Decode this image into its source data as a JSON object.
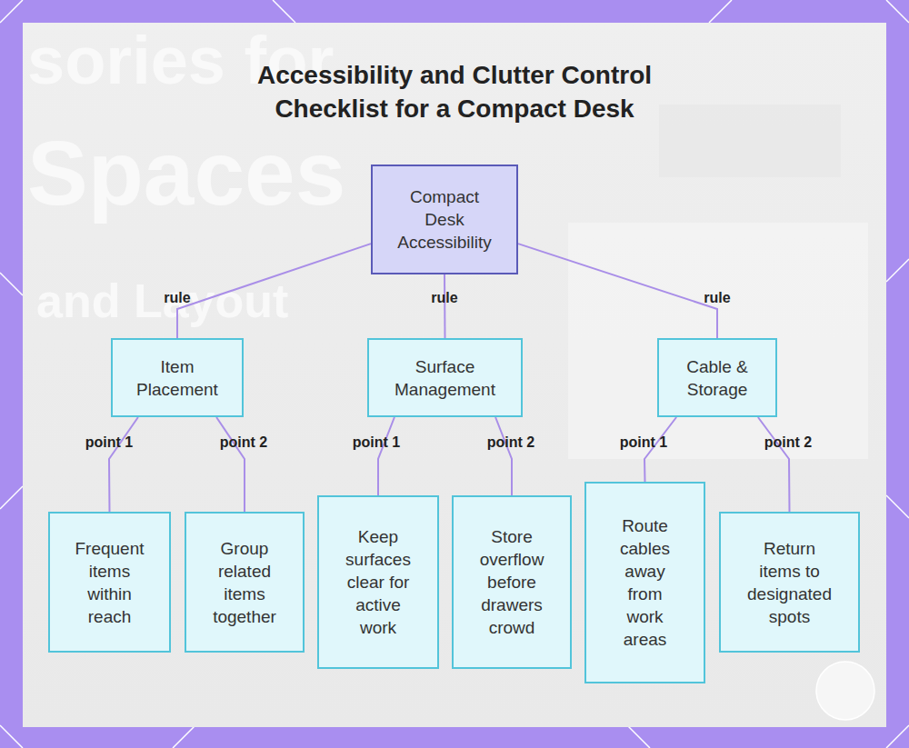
{
  "diagram": {
    "title": "Accessibility and Clutter Control Checklist for a Compact Desk",
    "nodes": [
      {
        "text": [
          "Compact Desk Accessibility"
        ]
      },
      {
        "text": [
          "Item Placement"
        ]
      },
      {
        "text": [
          "Surface Management"
        ]
      },
      {
        "text": [
          "Cable & Storage"
        ]
      },
      {
        "text": [
          "Frequent items within reach"
        ]
      },
      {
        "text": [
          "Group related items together"
        ]
      },
      {
        "text": [
          "Keep surfaces clear for active work"
        ]
      },
      {
        "text": [
          "Store overflow before drawers crowd"
        ]
      },
      {
        "text": [
          "Route cables away from work areas"
        ]
      },
      {
        "text": [
          "Return items to designated spots"
        ]
      }
    ],
    "edges": [
      {
        "from": 0,
        "to": 1,
        "arrow": "none",
        "label": "rule"
      },
      {
        "from": 0,
        "to": 2,
        "arrow": "none",
        "label": "rule"
      },
      {
        "from": 0,
        "to": 3,
        "arrow": "none",
        "label": "rule"
      },
      {
        "from": 1,
        "to": 4,
        "arrow": "none",
        "label": "point 1"
      },
      {
        "from": 1,
        "to": 5,
        "arrow": "none",
        "label": "point 2"
      },
      {
        "from": 2,
        "to": 6,
        "arrow": "none",
        "label": "point 1"
      },
      {
        "from": 2,
        "to": 7,
        "arrow": "none",
        "label": "point 2"
      },
      {
        "from": 3,
        "to": 8,
        "arrow": "none",
        "label": "point 1"
      },
      {
        "from": 3,
        "to": 9,
        "arrow": "none",
        "label": "point 2"
      }
    ],
    "labels": [
      "sories for",
      "Spaces",
      "and Layout"
    ]
  }
}
